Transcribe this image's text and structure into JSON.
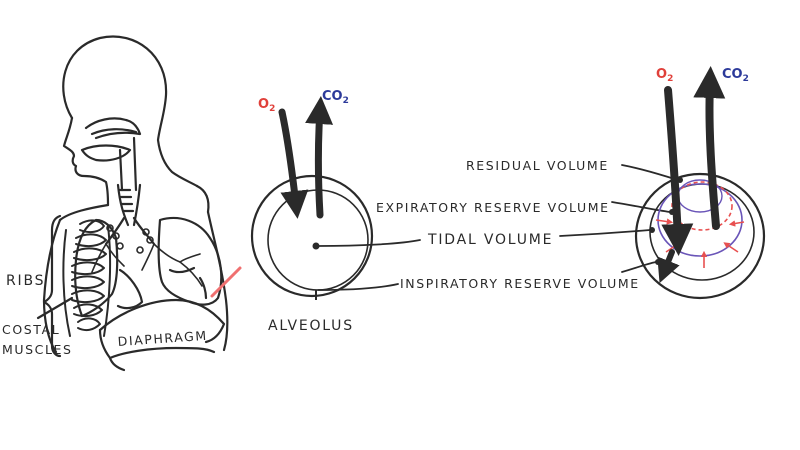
{
  "labels": {
    "ribs": "RIBS",
    "costal_muscles_line1": "COSTAL",
    "costal_muscles_line2": "MUSCLES",
    "diaphragm": "DIAPHRAGM",
    "alveolus": "ALVEOLUS",
    "residual_volume": "RESIDUAL VOLUME",
    "expiratory_reserve_volume": "EXPIRATORY RESERVE VOLUME",
    "tidal_volume": "TIDAL VOLUME",
    "inspiratory_reserve_volume": "INSPIRATORY RESERVE VOLUME"
  },
  "gases": {
    "oxygen": "O",
    "oxygen_sub": "2",
    "carbon_dioxide": "CO",
    "carbon_dioxide_sub": "2"
  },
  "colors": {
    "ink": "#2a2a2a",
    "oxygen": "#e0403a",
    "carbon_dioxide": "#2c3a9a",
    "highlight": "#f07070",
    "purple": "#6a55b8"
  }
}
